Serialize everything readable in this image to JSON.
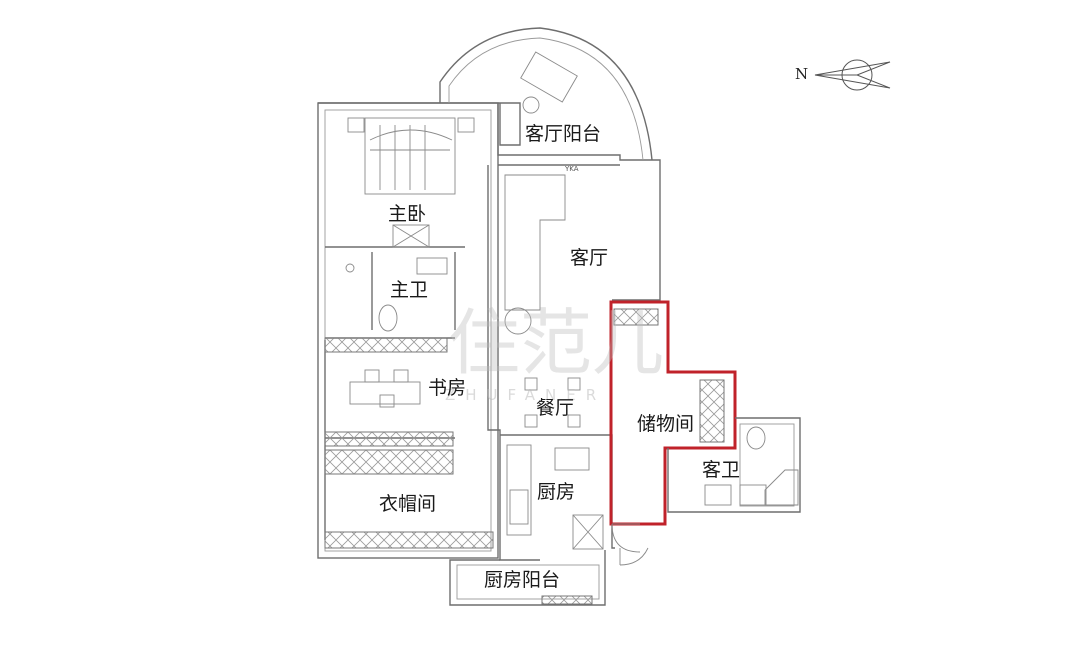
{
  "compass": {
    "label": "N",
    "icon": "north-arrow-compass-icon"
  },
  "watermark": {
    "logo_text": "住范儿",
    "latin_text": "ZHUFANER"
  },
  "rooms": {
    "living_balcony": "客厅阳台",
    "master_bedroom": "主卧",
    "living_room": "客厅",
    "master_bath": "主卫",
    "study": "书房",
    "dining": "餐厅",
    "storage": "储物间",
    "guest_bath": "客卫",
    "kitchen": "厨房",
    "cloakroom": "衣帽间",
    "kitchen_balcony": "厨房阳台"
  },
  "tags": {
    "ac_unit": "YKA"
  },
  "highlight": {
    "target": "storage",
    "color": "#c0222a"
  },
  "colors": {
    "wall": "#6e6e6e",
    "text": "#1a1a1a"
  }
}
